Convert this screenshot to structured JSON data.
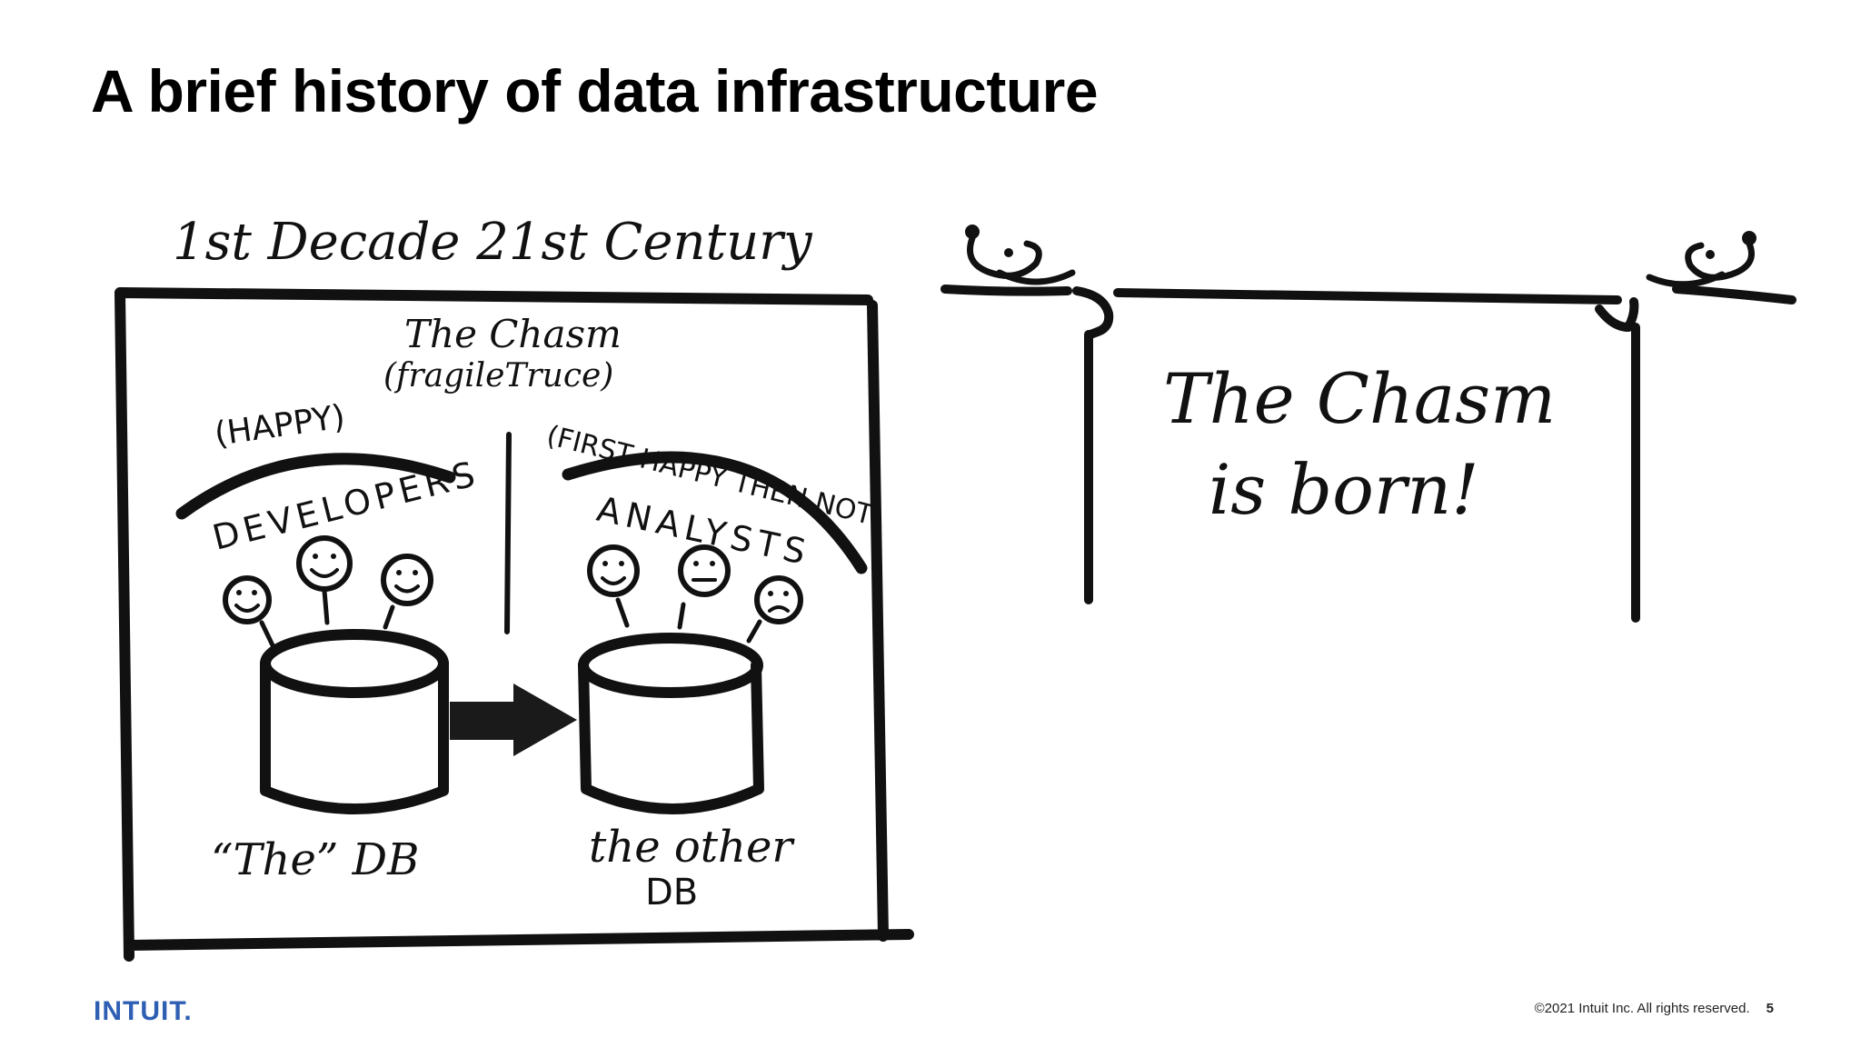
{
  "slide": {
    "title": "A brief history of data infrastructure"
  },
  "left_sketch": {
    "heading": "1st Decade 21st Century",
    "chasm_label": "The Chasm",
    "chasm_sublabel": "(fragileTruce)",
    "developers": {
      "mood": "(HAPPY)",
      "label": "DEVELOPERS",
      "db_label": "“The” DB"
    },
    "analysts": {
      "mood": "(FIRST HAPPY THEN NOT)",
      "label": "ANALYSTS",
      "db_label_line1": "the other",
      "db_label_line2": "DB"
    }
  },
  "right_sketch": {
    "line1": "The Chasm",
    "line2": "is born!"
  },
  "footer": {
    "logo": "INTUIT.",
    "copyright": "©2021 Intuit Inc. All rights reserved.",
    "page_number": "5"
  },
  "colors": {
    "ink": "#111111",
    "logo_blue": "#2f5fb3"
  }
}
